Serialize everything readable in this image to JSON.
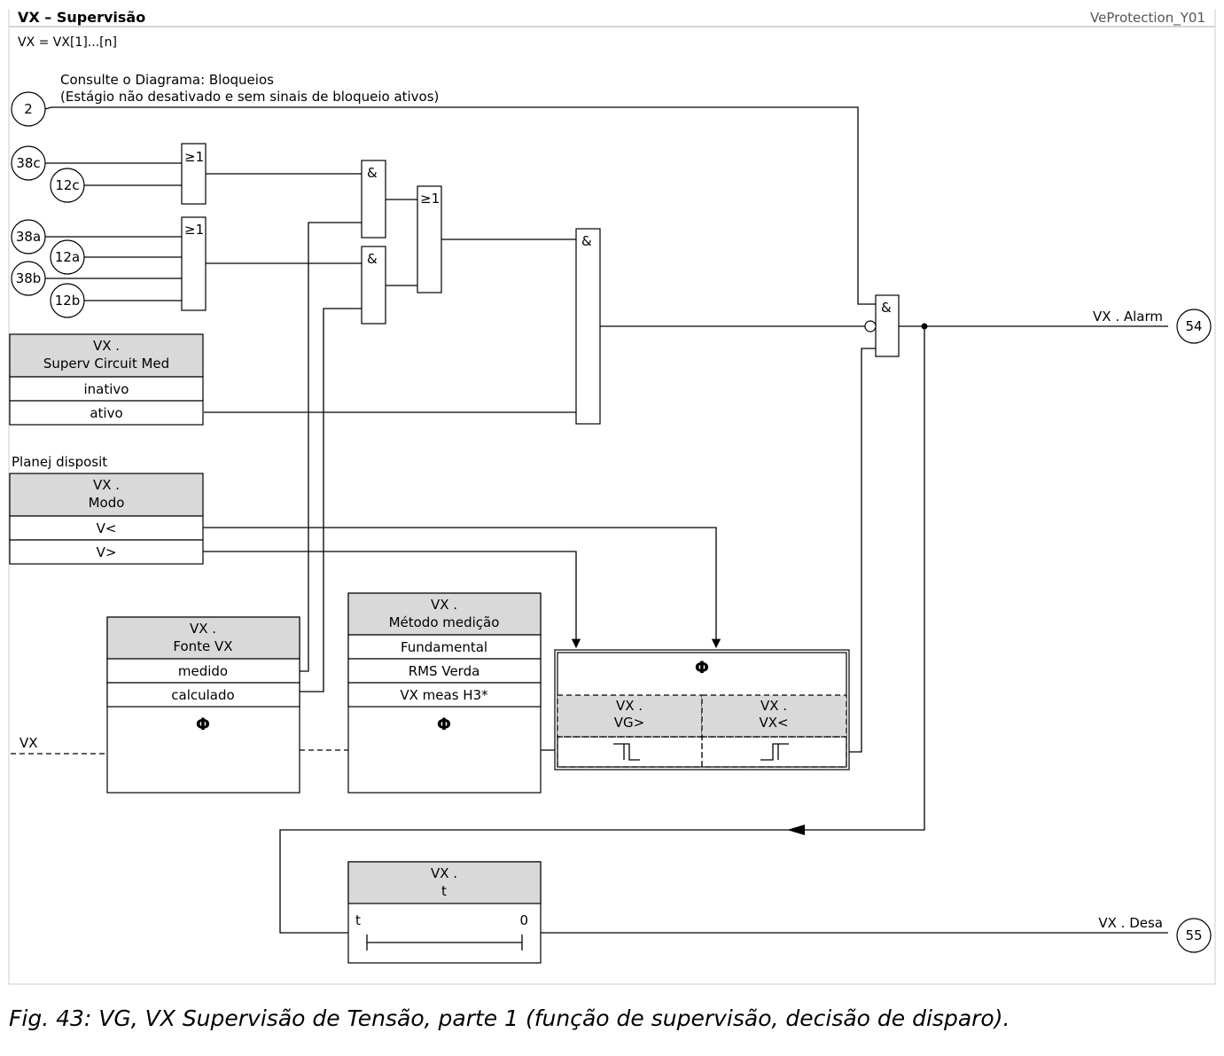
{
  "header": {
    "title": "VX – Supervisão",
    "ref": "VeProtection_Y01",
    "subtitle": "VX = VX[1]...[n]"
  },
  "notes": {
    "ref_line1": "Consulte o Diagrama: Bloqueios",
    "ref_line2": "(Estágio não desativado e sem sinais de bloqueio ativos)"
  },
  "connectors": {
    "c2": "2",
    "c38c": "38c",
    "c12c": "12c",
    "c38a": "38a",
    "c12a": "12a",
    "c38b": "38b",
    "c12b": "12b",
    "c54": "54",
    "c55": "55"
  },
  "gates": {
    "or": "≥1",
    "and": "&"
  },
  "superv": {
    "title1": "VX .",
    "title2": "Superv Circuit Med",
    "opt1": "inativo",
    "opt2": "ativo"
  },
  "planej_label": "Planej disposit",
  "modo": {
    "title1": "VX .",
    "title2": "Modo",
    "opt1": "V<",
    "opt2": "V>"
  },
  "fonte": {
    "title1": "VX .",
    "title2": "Fonte VX",
    "opt1": "medido",
    "opt2": "calculado",
    "symbol": "Φ"
  },
  "metodo": {
    "title1": "VX .",
    "title2": "Método medição",
    "opt1": "Fundamental",
    "opt2": "RMS Verda",
    "opt3": "VX meas H3*",
    "symbol": "Φ"
  },
  "threshold": {
    "symbol": "Φ",
    "vg_title1": "VX .",
    "vg_title2": "VG>",
    "vx_title1": "VX .",
    "vx_title2": "VX<"
  },
  "timer": {
    "title1": "VX .",
    "title2": "t",
    "t_label": "t",
    "zero_label": "0"
  },
  "vx_input": "VX",
  "outputs": {
    "alarm": "VX . Alarm",
    "desa": "VX . Desa"
  },
  "caption": "Fig. 43: VG, VX Supervisão de Tensão, parte 1 (função de supervisão, decisão de disparo)."
}
